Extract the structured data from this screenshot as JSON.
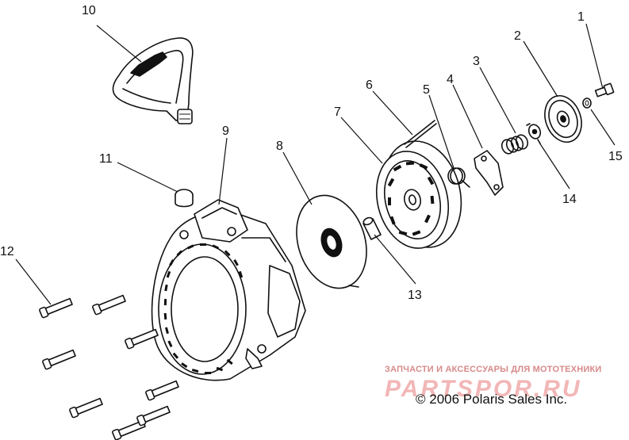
{
  "callouts": {
    "c1": "1",
    "c2": "2",
    "c3": "3",
    "c4": "4",
    "c5": "5",
    "c6": "6",
    "c7": "7",
    "c8": "8",
    "c9": "9",
    "c10": "10",
    "c11": "11",
    "c12": "12",
    "c13": "13",
    "c14": "14",
    "c15": "15"
  },
  "watermark": {
    "caption": "ЗАПЧАСТИ И АКСЕССУАРЫ ДЛЯ МОТОТЕХНИКИ",
    "logo": "PARTSPOR.RU",
    "logo_color": "#f2b6b6",
    "caption_color": "#d88a8a"
  },
  "copyright": "© 2006 Polaris Sales Inc.",
  "colors": {
    "ink": "#111111",
    "background": "#ffffff"
  }
}
